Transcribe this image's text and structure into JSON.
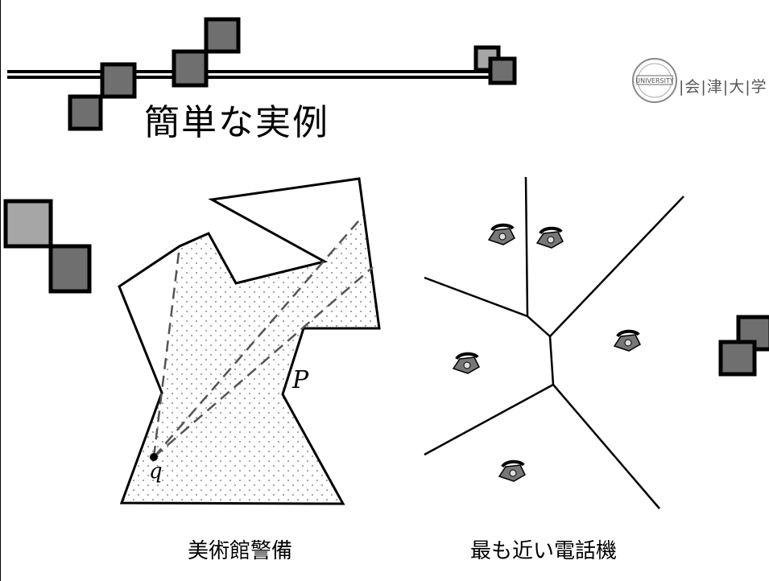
{
  "slide": {
    "title": "簡単な実例",
    "logo": {
      "seal_text": "THE UNIVERSITY OF AIZU",
      "name": "|会|津|大|学|"
    },
    "left_figure": {
      "caption": "美術館警備",
      "polygon_label": "P",
      "point_label": "q"
    },
    "right_figure": {
      "caption": "最も近い電話機",
      "telephone_count": 5,
      "icon": "telephone-icon"
    }
  },
  "colors": {
    "square_dark": "#6f6f6f",
    "square_light": "#a6a6a6",
    "line": "#000000",
    "dots": "#8a8a8a"
  }
}
